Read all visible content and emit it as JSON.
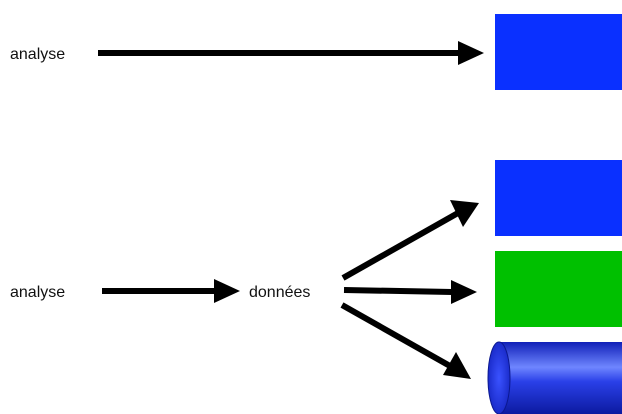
{
  "top_row": {
    "source_label": "analyse",
    "target_color": "#0a30ff"
  },
  "bottom_row": {
    "source_label": "analyse",
    "middle_label": "données",
    "targets": [
      {
        "shape": "rectangle",
        "color": "#0a30ff"
      },
      {
        "shape": "rectangle",
        "color": "#00c000"
      },
      {
        "shape": "cylinder",
        "color": "#1a2fd6"
      }
    ]
  },
  "arrow_color": "#000000"
}
